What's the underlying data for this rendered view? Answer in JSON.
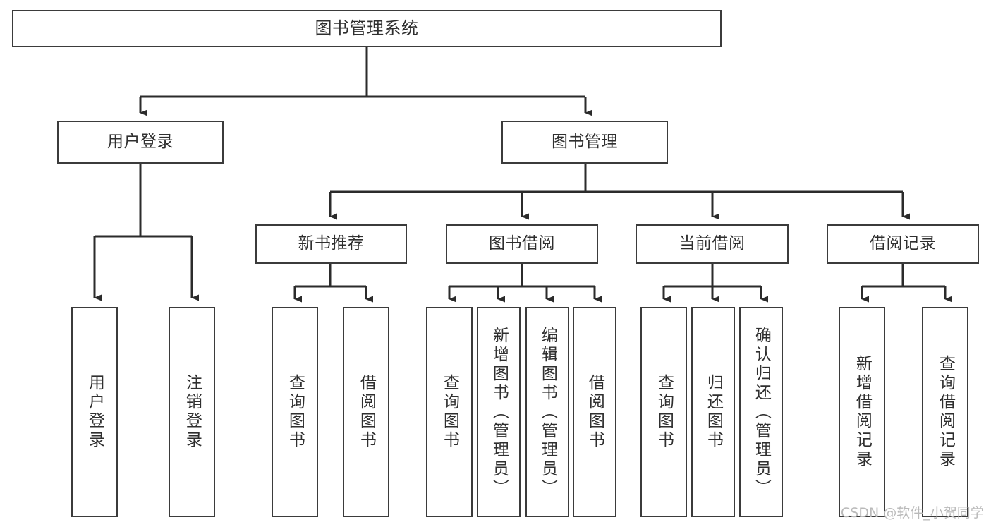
{
  "diagram": {
    "title": "图书管理系统",
    "type": "tree",
    "watermark": "CSDN @软件_小贺同学",
    "colors": {
      "box_border": "#3b3b3b",
      "box_fill": "#ffffff",
      "connector": "#2b2b2b",
      "text": "#2f2f2f",
      "watermark": "#b9b9b9",
      "background": "#ffffff"
    },
    "nodes": {
      "root": {
        "label": "图书管理系统"
      },
      "level2": [
        {
          "id": "user-login",
          "label": "用户登录"
        },
        {
          "id": "book-manage",
          "label": "图书管理"
        }
      ],
      "level3": [
        {
          "id": "new-book-recommend",
          "label": "新书推荐"
        },
        {
          "id": "book-borrow",
          "label": "图书借阅"
        },
        {
          "id": "current-borrow",
          "label": "当前借阅"
        },
        {
          "id": "borrow-record",
          "label": "借阅记录"
        }
      ],
      "leaves": {
        "user-login": [
          {
            "id": "leaf-user-login",
            "label": "用户登录"
          },
          {
            "id": "leaf-user-logout",
            "label": "注销登录"
          }
        ],
        "new-book-recommend": [
          {
            "id": "leaf-query-book-1",
            "label": "查询图书"
          },
          {
            "id": "leaf-borrow-book-1",
            "label": "借阅图书"
          }
        ],
        "book-borrow": [
          {
            "id": "leaf-query-book-2",
            "label": "查询图书"
          },
          {
            "id": "leaf-add-book",
            "label": "新增图书（管理员）"
          },
          {
            "id": "leaf-edit-book",
            "label": "编辑图书（管理员）"
          },
          {
            "id": "leaf-borrow-book-2",
            "label": "借阅图书"
          }
        ],
        "current-borrow": [
          {
            "id": "leaf-query-book-3",
            "label": "查询图书"
          },
          {
            "id": "leaf-return-book",
            "label": "归还图书"
          },
          {
            "id": "leaf-confirm-return",
            "label": "确认归还（管理员）"
          }
        ],
        "borrow-record": [
          {
            "id": "leaf-add-record",
            "label": "新增借阅记录"
          },
          {
            "id": "leaf-query-record",
            "label": "查询借阅记录"
          }
        ]
      }
    }
  }
}
